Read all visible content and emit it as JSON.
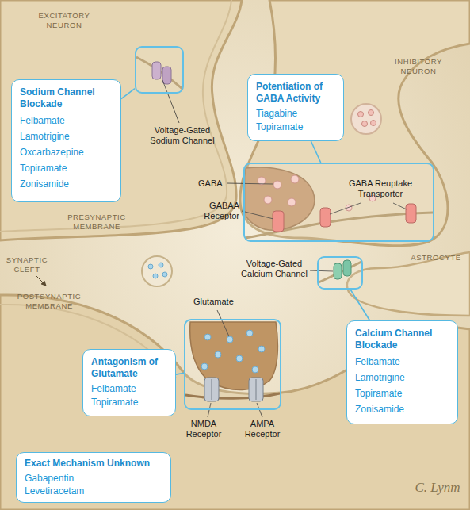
{
  "diagram": {
    "nodes": [
      {
        "text": [
          "Voltage-Gated Sodium Channel"
        ]
      },
      {
        "text": [
          "Sodium Channel Blockade",
          "Felbamate",
          "Lamotrigine",
          "Oxcarbazepine",
          "Topiramate",
          "Zonisamide"
        ]
      },
      {
        "text": [
          "Potentiation of GABA Activity",
          "Tiagabine",
          "Topiramate"
        ]
      },
      {
        "text": [
          "GABA Reuptake Transporter"
        ]
      },
      {
        "text": [
          "Voltage-Gated Calcium Channel"
        ]
      },
      {
        "text": [
          "Glutamate"
        ]
      },
      {
        "text": [
          "Antagonism of Glutamate",
          "Felbamate",
          "Topiramate"
        ]
      },
      {
        "text": [
          "Calcium Channel Blockade",
          "Felbamate",
          "Lamotrigine",
          "Topiramate",
          "Zonisamide"
        ]
      },
      {
        "text": [
          "Exact Mechanism Unknown",
          "Gabapentin",
          "Levetiracetam"
        ]
      }
    ],
    "edges": [
      {
        "from": 1,
        "to": 0,
        "arrow": "none"
      },
      {
        "from": 2,
        "to": 3,
        "arrow": "none"
      },
      {
        "from": 4,
        "to": 7,
        "arrow": "none"
      },
      {
        "from": 6,
        "to": 5,
        "arrow": "none"
      }
    ],
    "labels": [
      "EXCITATORY NEURON",
      "INHIBITORY NEURON",
      "PRESYNAPTIC MEMBRANE",
      "SYNAPTIC CLEFT",
      "POSTSYNAPTIC MEMBRANE",
      "ASTROCYTE",
      "GABA",
      "GABAA Receptor",
      "NMDA Receptor",
      "AMPA Receptor",
      "C. Lynm"
    ]
  }
}
